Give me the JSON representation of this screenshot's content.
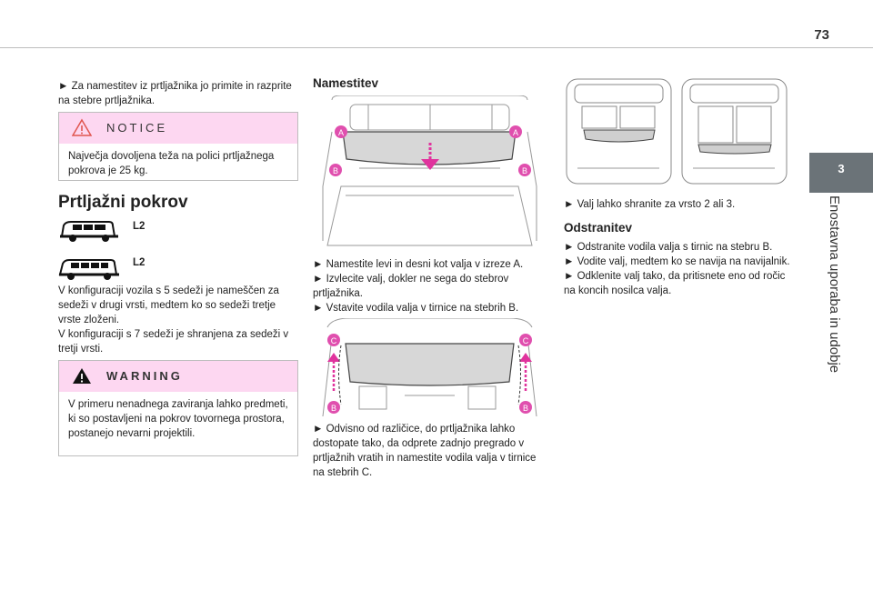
{
  "page_number": "73",
  "chapter": {
    "number": "3",
    "title": "Enostavna uporaba in udobje"
  },
  "col1": {
    "intro": "► Za namestitev iz prtljažnika jo primite in razprite na stebre prtljažnika.",
    "notice": {
      "title": "NOTICE",
      "text": "Največja dovoljena teža na polici prtljažnega pokrova je 25 kg."
    },
    "section_title": "Prtljažni pokrov",
    "variants": [
      {
        "label": "L2"
      },
      {
        "label": "L2"
      }
    ],
    "body": "V konfiguraciji vozila s 5 sedeži je nameščen za sedeži v drugi vrsti, medtem ko so sedeži tretje vrste zloženi.\nV konfiguraciji s 7 sedeži je shranjena za sedeži v tretji vrsti.",
    "warning": {
      "title": "WARNING",
      "text": "V primeru nenadnega zaviranja lahko predmeti, ki so postavljeni na pokrov tovornega prostora, postanejo nevarni projektili."
    }
  },
  "col2": {
    "heading": "Namestitev",
    "fig1_labels": {
      "a": "A",
      "b": "B"
    },
    "steps": "► Namestite levi in desni kot valja v izreze A.\n► Izvlecite valj, dokler ne sega do stebrov prtljažnika.\n► Vstavite vodila valja v tirnice na stebrih B.",
    "fig2_labels": {
      "c": "C",
      "b": "B"
    },
    "note": "► Odvisno od različice, do prtljažnika lahko dostopate tako, da odprete zadnjo pregrado v prtljažnih vratih in namestite vodila valja v tirnice na stebrih C."
  },
  "col3": {
    "storage_note": "► Valj lahko shranite za vrsto 2 ali 3.",
    "heading": "Odstranitev",
    "steps": "► Odstranite vodila valja s tirnic na stebru B.\n► Vodite valj, medtem ko se navija na navijalnik.\n► Odklenite valj tako, da pritisnete eno od ročic na koncih nosilca valja."
  },
  "colors": {
    "notice_bg": "#fdd7f1",
    "label_magenta": "#d63aa5",
    "tab": "#6b7378"
  }
}
